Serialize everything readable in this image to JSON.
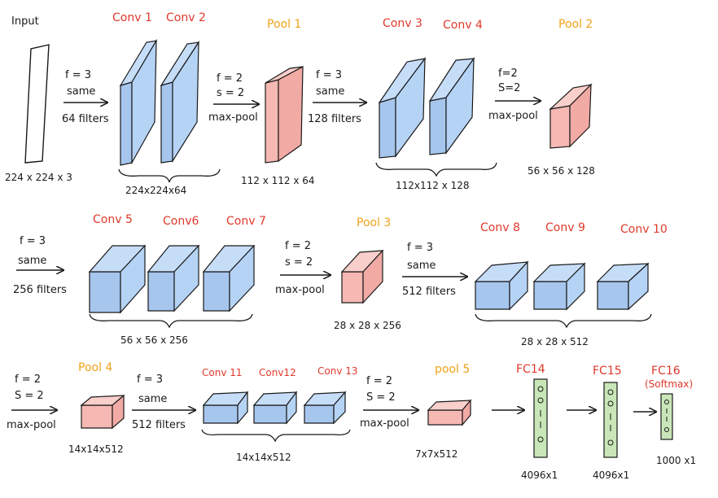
{
  "colors": {
    "conv_fill": "#b5d3f5",
    "conv_side": "#a6c6ee",
    "pool_fill": "#f5b8b3",
    "fc_fill": "#c9e6b8",
    "red_label": "#e0392b",
    "orange_label": "#f0a21a",
    "ink": "#1a1a1a"
  },
  "row1": {
    "input": "Input",
    "input_dim": "224 x 224 x 3",
    "conv1": "Conv 1",
    "conv2": "Conv 2",
    "op1": {
      "f": "f = 3",
      "mode": "same",
      "filters": "64 filters"
    },
    "dim12": "224x224x64",
    "op2": {
      "f": "f = 2",
      "s": "s = 2",
      "mode": "max-pool"
    },
    "pool1": "Pool 1",
    "pool1_dim": "112 x 112 x 64",
    "op3": {
      "f": "f = 3",
      "mode": "same",
      "filters": "128 filters"
    },
    "conv3": "Conv 3",
    "conv4": "Conv 4",
    "dim34": "112x112 x 128",
    "op4": {
      "f": "f=2",
      "s": "S=2",
      "mode": "max-pool"
    },
    "pool2": "Pool 2",
    "pool2_dim": "56 x 56 x 128"
  },
  "row2": {
    "op1": {
      "f": "f = 3",
      "mode": "same",
      "filters": "256 filters"
    },
    "conv5": "Conv 5",
    "conv6": "Conv6",
    "conv7": "Conv 7",
    "dim567": "56 x 56 x 256",
    "op2": {
      "f": "f = 2",
      "s": "s = 2",
      "mode": "max-pool"
    },
    "pool3": "Pool 3",
    "pool3_dim": "28 x 28 x 256",
    "op3": {
      "f": "f = 3",
      "mode": "same",
      "filters": "512 filters"
    },
    "conv8": "Conv 8",
    "conv9": "Conv 9",
    "conv10": "Conv 10",
    "dim8910": "28 x 28 x 512"
  },
  "row3": {
    "op1": {
      "f": "f = 2",
      "s": "S = 2",
      "mode": "max-pool"
    },
    "pool4": "Pool 4",
    "pool4_dim": "14x14x512",
    "op2": {
      "f": "f = 3",
      "mode": "same",
      "filters": "512 filters"
    },
    "conv11": "Conv 11",
    "conv12": "Conv12",
    "conv13": "Conv 13",
    "dim111213": "14x14x512",
    "op3": {
      "f": "f = 2",
      "s": "S = 2",
      "mode": "max-pool"
    },
    "pool5": "pool 5",
    "pool5_dim": "7x7x512",
    "fc14": "FC14",
    "fc15": "FC15",
    "fc16": "FC16",
    "fc16_note": "(Softmax)",
    "fc14_dim": "4096x1",
    "fc15_dim": "4096x1",
    "fc16_dim": "1000 x1"
  }
}
